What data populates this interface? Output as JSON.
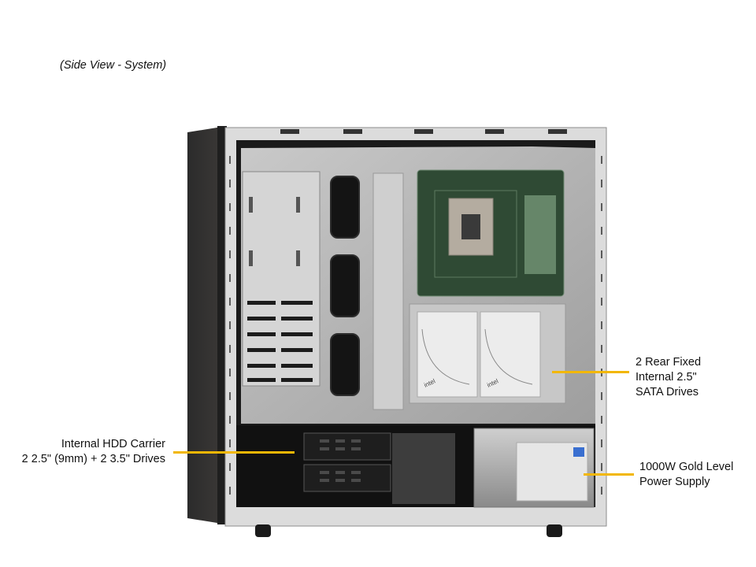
{
  "caption": "(Side View - System)",
  "callout_color": "#F2B705",
  "callouts": [
    {
      "id": "rear-sata",
      "lines": [
        "2 Rear Fixed",
        "Internal 2.5\"",
        "SATA Drives"
      ]
    },
    {
      "id": "hdd-carrier",
      "lines": [
        "Internal HDD Carrier",
        "2 2.5\" (9mm) + 2 3.5\" Drives"
      ]
    },
    {
      "id": "psu",
      "lines": [
        "1000W Gold Level",
        "Power Supply"
      ]
    }
  ],
  "image": {
    "subject": "tower server chassis, side panel removed",
    "components": [
      "motherboard",
      "CPU socket",
      "2x 2.5in SATA SSD",
      "HDD carrier cage",
      "power supply",
      "front bezel"
    ],
    "ssd_brand": "intel"
  }
}
